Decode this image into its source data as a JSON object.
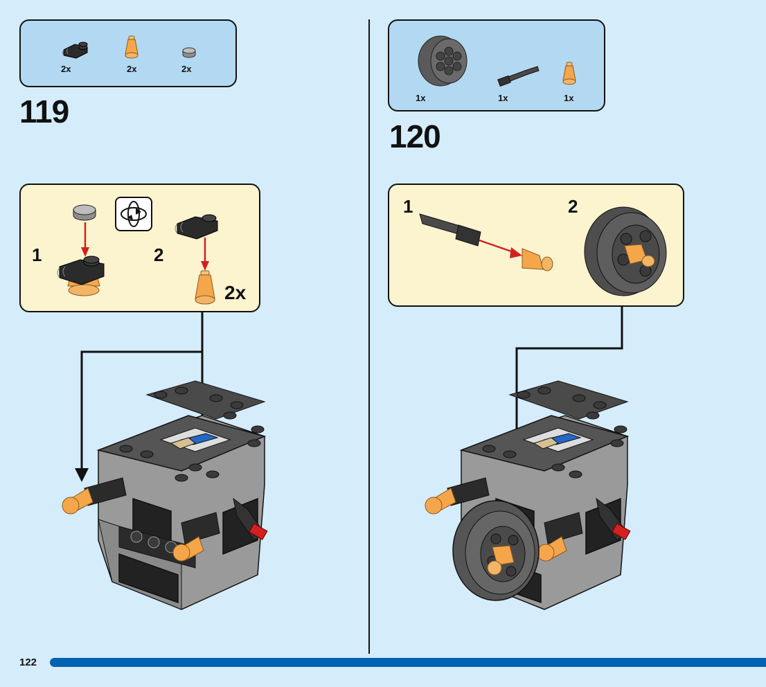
{
  "page": {
    "number": "122",
    "accent_color": "#0062b1",
    "background_color": "#d5ecfb"
  },
  "steps": [
    {
      "number": "119",
      "parts": [
        {
          "icon": "black-plate-with-clip-icon",
          "qty": "2x"
        },
        {
          "icon": "orange-cone-icon",
          "qty": "2x"
        },
        {
          "icon": "gray-round-tile-icon",
          "qty": "2x"
        }
      ],
      "sub_steps": [
        {
          "number": "1"
        },
        {
          "number": "2",
          "multiplier": "2x"
        }
      ],
      "rotate_icon": "rotate-model-icon"
    },
    {
      "number": "120",
      "parts": [
        {
          "icon": "dark-gray-wheel-icon",
          "qty": "1x"
        },
        {
          "icon": "technic-axle-pin-icon",
          "qty": "1x"
        },
        {
          "icon": "orange-cone-icon",
          "qty": "1x"
        }
      ],
      "sub_steps": [
        {
          "number": "1"
        },
        {
          "number": "2"
        }
      ]
    }
  ]
}
